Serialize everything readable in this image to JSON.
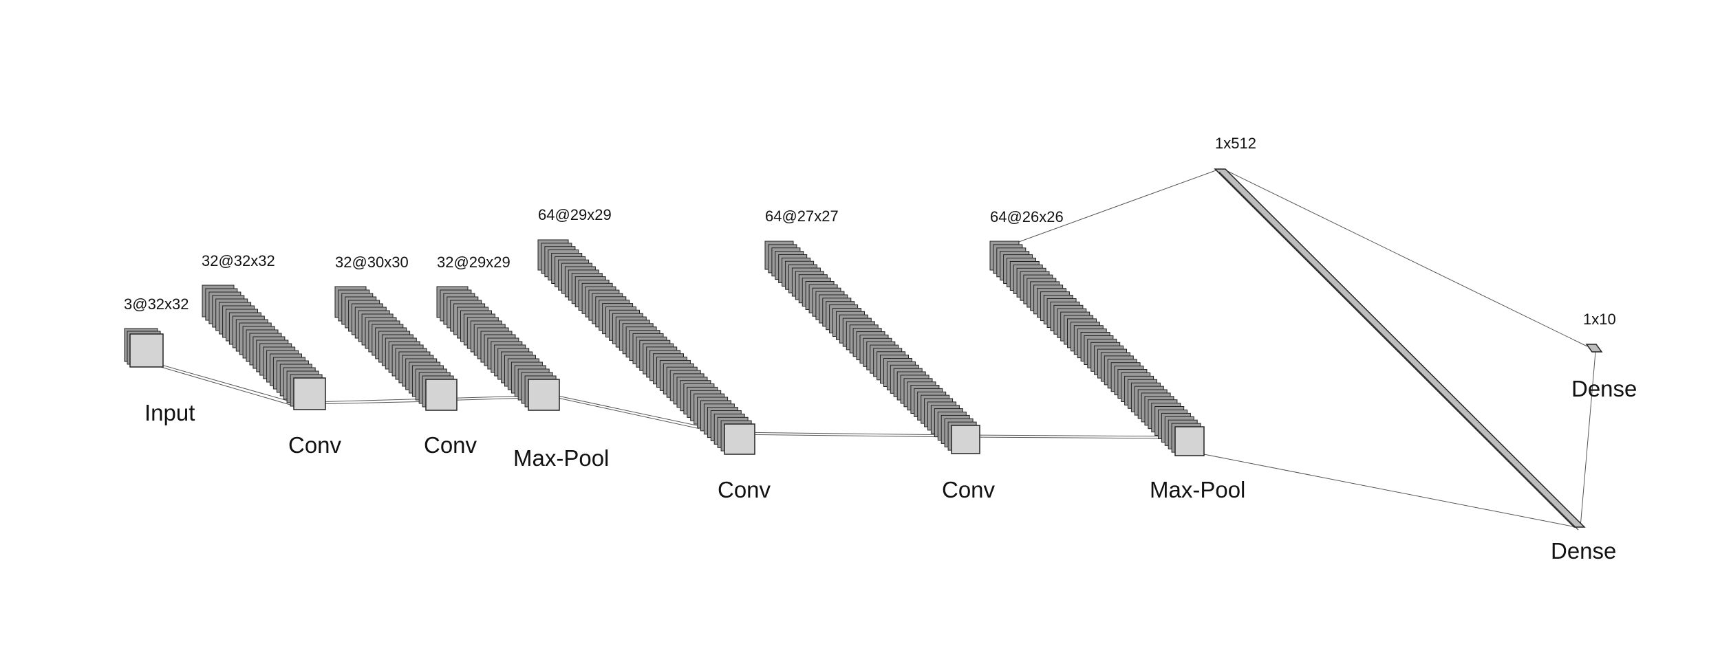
{
  "layers": [
    {
      "id": "input",
      "name": "Input",
      "dims": "3@32x32"
    },
    {
      "id": "conv1",
      "name": "Conv",
      "dims": "32@32x32"
    },
    {
      "id": "conv2",
      "name": "Conv",
      "dims": "32@30x30"
    },
    {
      "id": "pool1",
      "name": "Max-Pool",
      "dims": "32@29x29"
    },
    {
      "id": "conv3",
      "name": "Conv",
      "dims": "64@29x29"
    },
    {
      "id": "conv4",
      "name": "Conv",
      "dims": "64@27x27"
    },
    {
      "id": "pool2",
      "name": "Max-Pool",
      "dims": "64@26x26"
    },
    {
      "id": "dense1",
      "name": "Dense",
      "dims": "1x512"
    },
    {
      "id": "dense2",
      "name": "Dense",
      "dims": "1x10"
    }
  ],
  "colors": {
    "map_front": "#d4d4d4",
    "map_back": "#9a9a9a",
    "stroke": "#222222",
    "connector": "#555555"
  }
}
